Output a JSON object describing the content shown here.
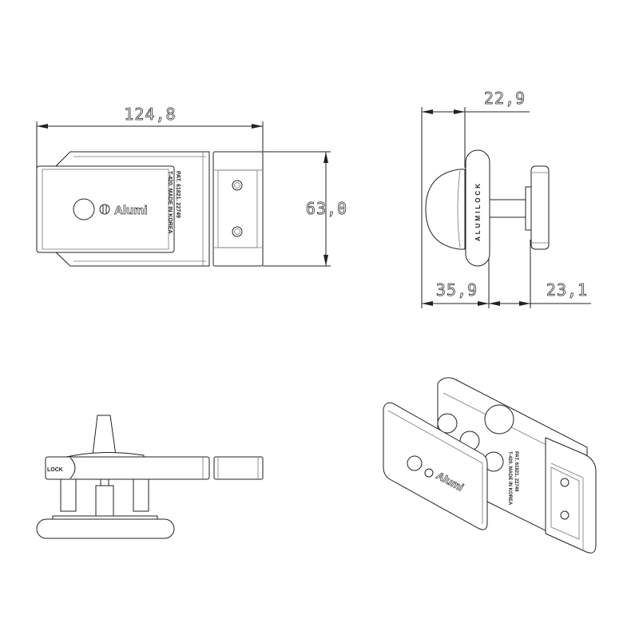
{
  "dimensions": {
    "width": "124,8",
    "height": "63,0",
    "side_top": "22,9",
    "side_bottom_left": "35,9",
    "side_bottom_right": "23,1"
  },
  "front_view": {
    "logo": "Alumi",
    "patent_line": "PAT. 61821. 22749",
    "model_line": "T-420. MADE IN KOREA"
  },
  "side_view": {
    "brand": "ALUMILOCK"
  },
  "bottom_view": {
    "edge_mark": "LOCK"
  },
  "iso_view": {
    "logo": "Alumi",
    "patent_line": "PAT. 61821. 22749",
    "model_line": "T-420. MADE IN KOREA"
  }
}
